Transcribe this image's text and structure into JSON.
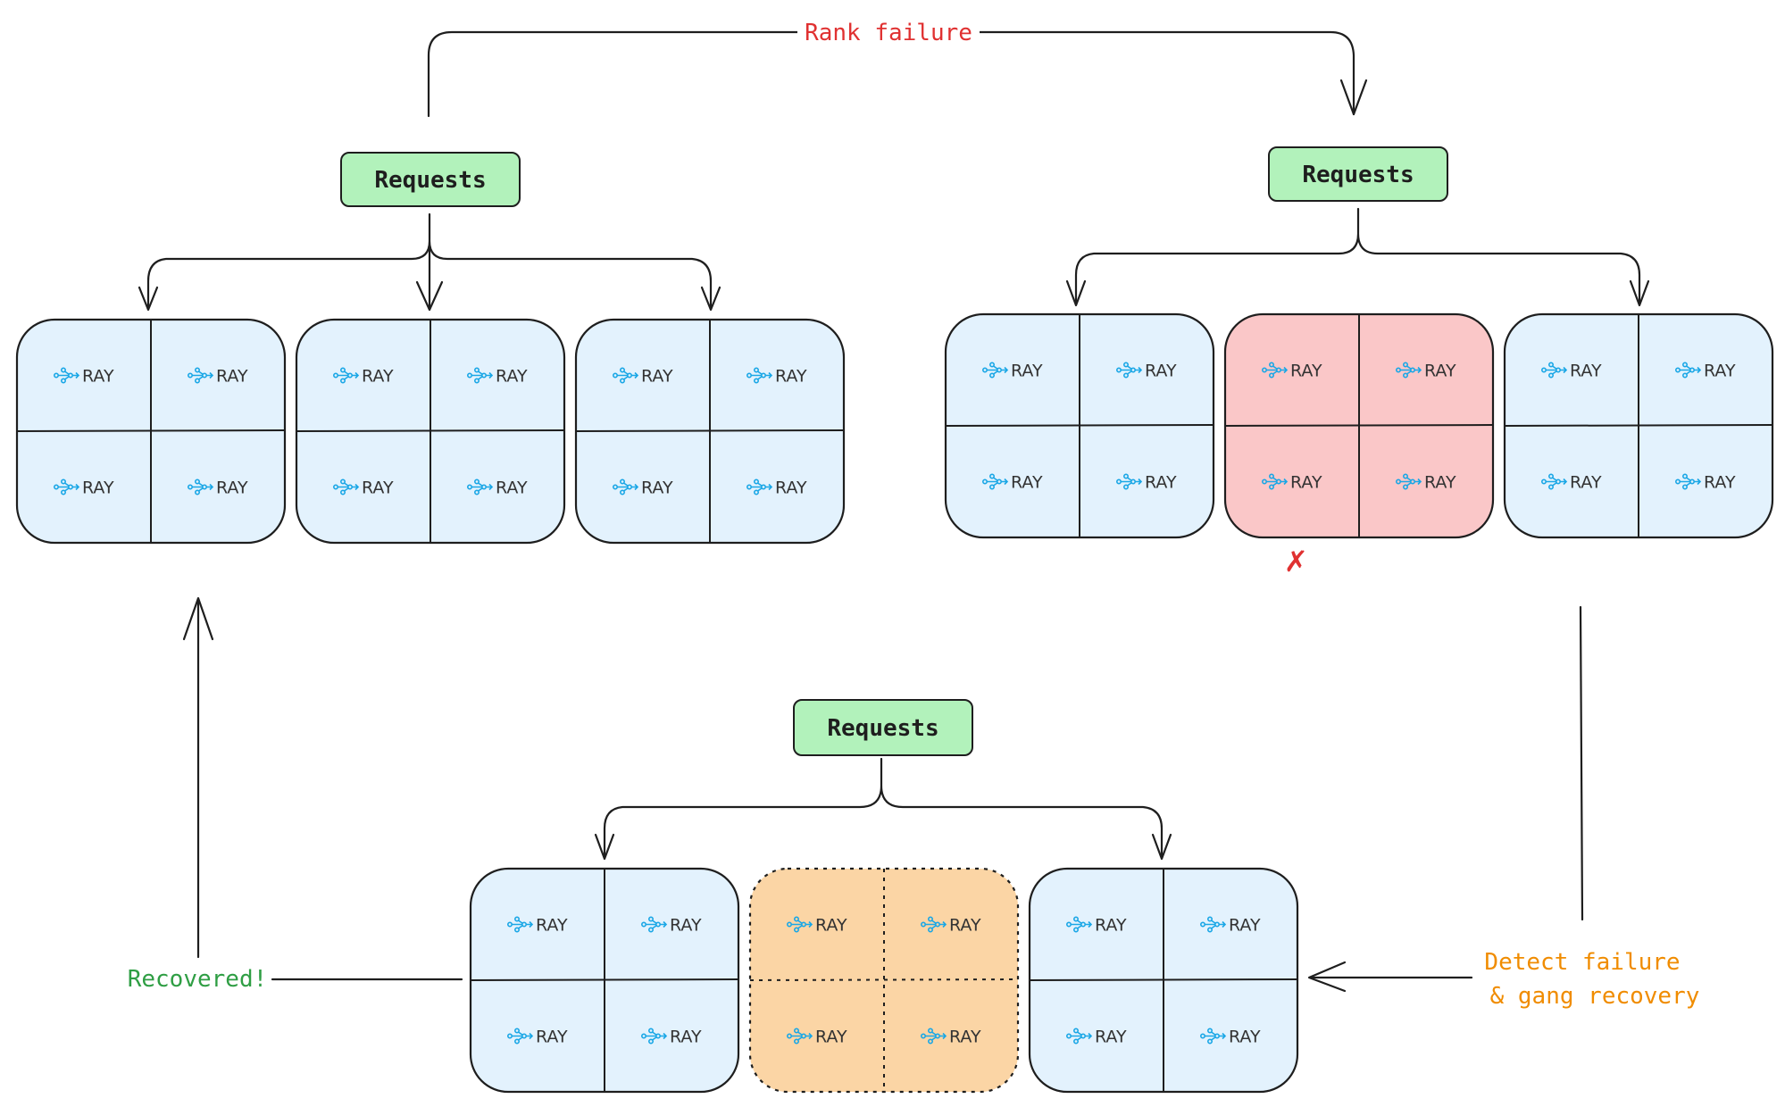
{
  "labels": {
    "top_edge": "Rank failure",
    "right_edge": [
      "Detect failure",
      "& gang recovery"
    ],
    "left_edge": "Recovered!",
    "fail_mark": "✗"
  },
  "colors": {
    "box_fill": "#e3f2fd",
    "failed_fill": "#fac7c8",
    "recovering_fill": "#fbd5a5",
    "requests_fill": "#b2f2bb",
    "ray_blue": "#1aa7e6",
    "rank_failure_color": "#e03131",
    "detect_color": "#f08c00",
    "recovered_color": "#2f9e44",
    "line": "#1e1e1e"
  },
  "stages": [
    {
      "id": "healthy",
      "requests_label": "Requests",
      "groups": [
        {
          "state": "healthy",
          "workers": [
            "RAY",
            "RAY",
            "RAY",
            "RAY"
          ]
        },
        {
          "state": "healthy",
          "workers": [
            "RAY",
            "RAY",
            "RAY",
            "RAY"
          ]
        },
        {
          "state": "healthy",
          "workers": [
            "RAY",
            "RAY",
            "RAY",
            "RAY"
          ]
        }
      ]
    },
    {
      "id": "failure",
      "requests_label": "Requests",
      "groups": [
        {
          "state": "healthy",
          "workers": [
            "RAY",
            "RAY",
            "RAY",
            "RAY"
          ]
        },
        {
          "state": "failed",
          "workers": [
            "RAY",
            "RAY",
            "RAY",
            "RAY"
          ]
        },
        {
          "state": "healthy",
          "workers": [
            "RAY",
            "RAY",
            "RAY",
            "RAY"
          ]
        }
      ]
    },
    {
      "id": "recovery",
      "requests_label": "Requests",
      "groups": [
        {
          "state": "healthy",
          "workers": [
            "RAY",
            "RAY",
            "RAY",
            "RAY"
          ]
        },
        {
          "state": "recovering",
          "workers": [
            "RAY",
            "RAY",
            "RAY",
            "RAY"
          ]
        },
        {
          "state": "healthy",
          "workers": [
            "RAY",
            "RAY",
            "RAY",
            "RAY"
          ]
        }
      ]
    }
  ]
}
